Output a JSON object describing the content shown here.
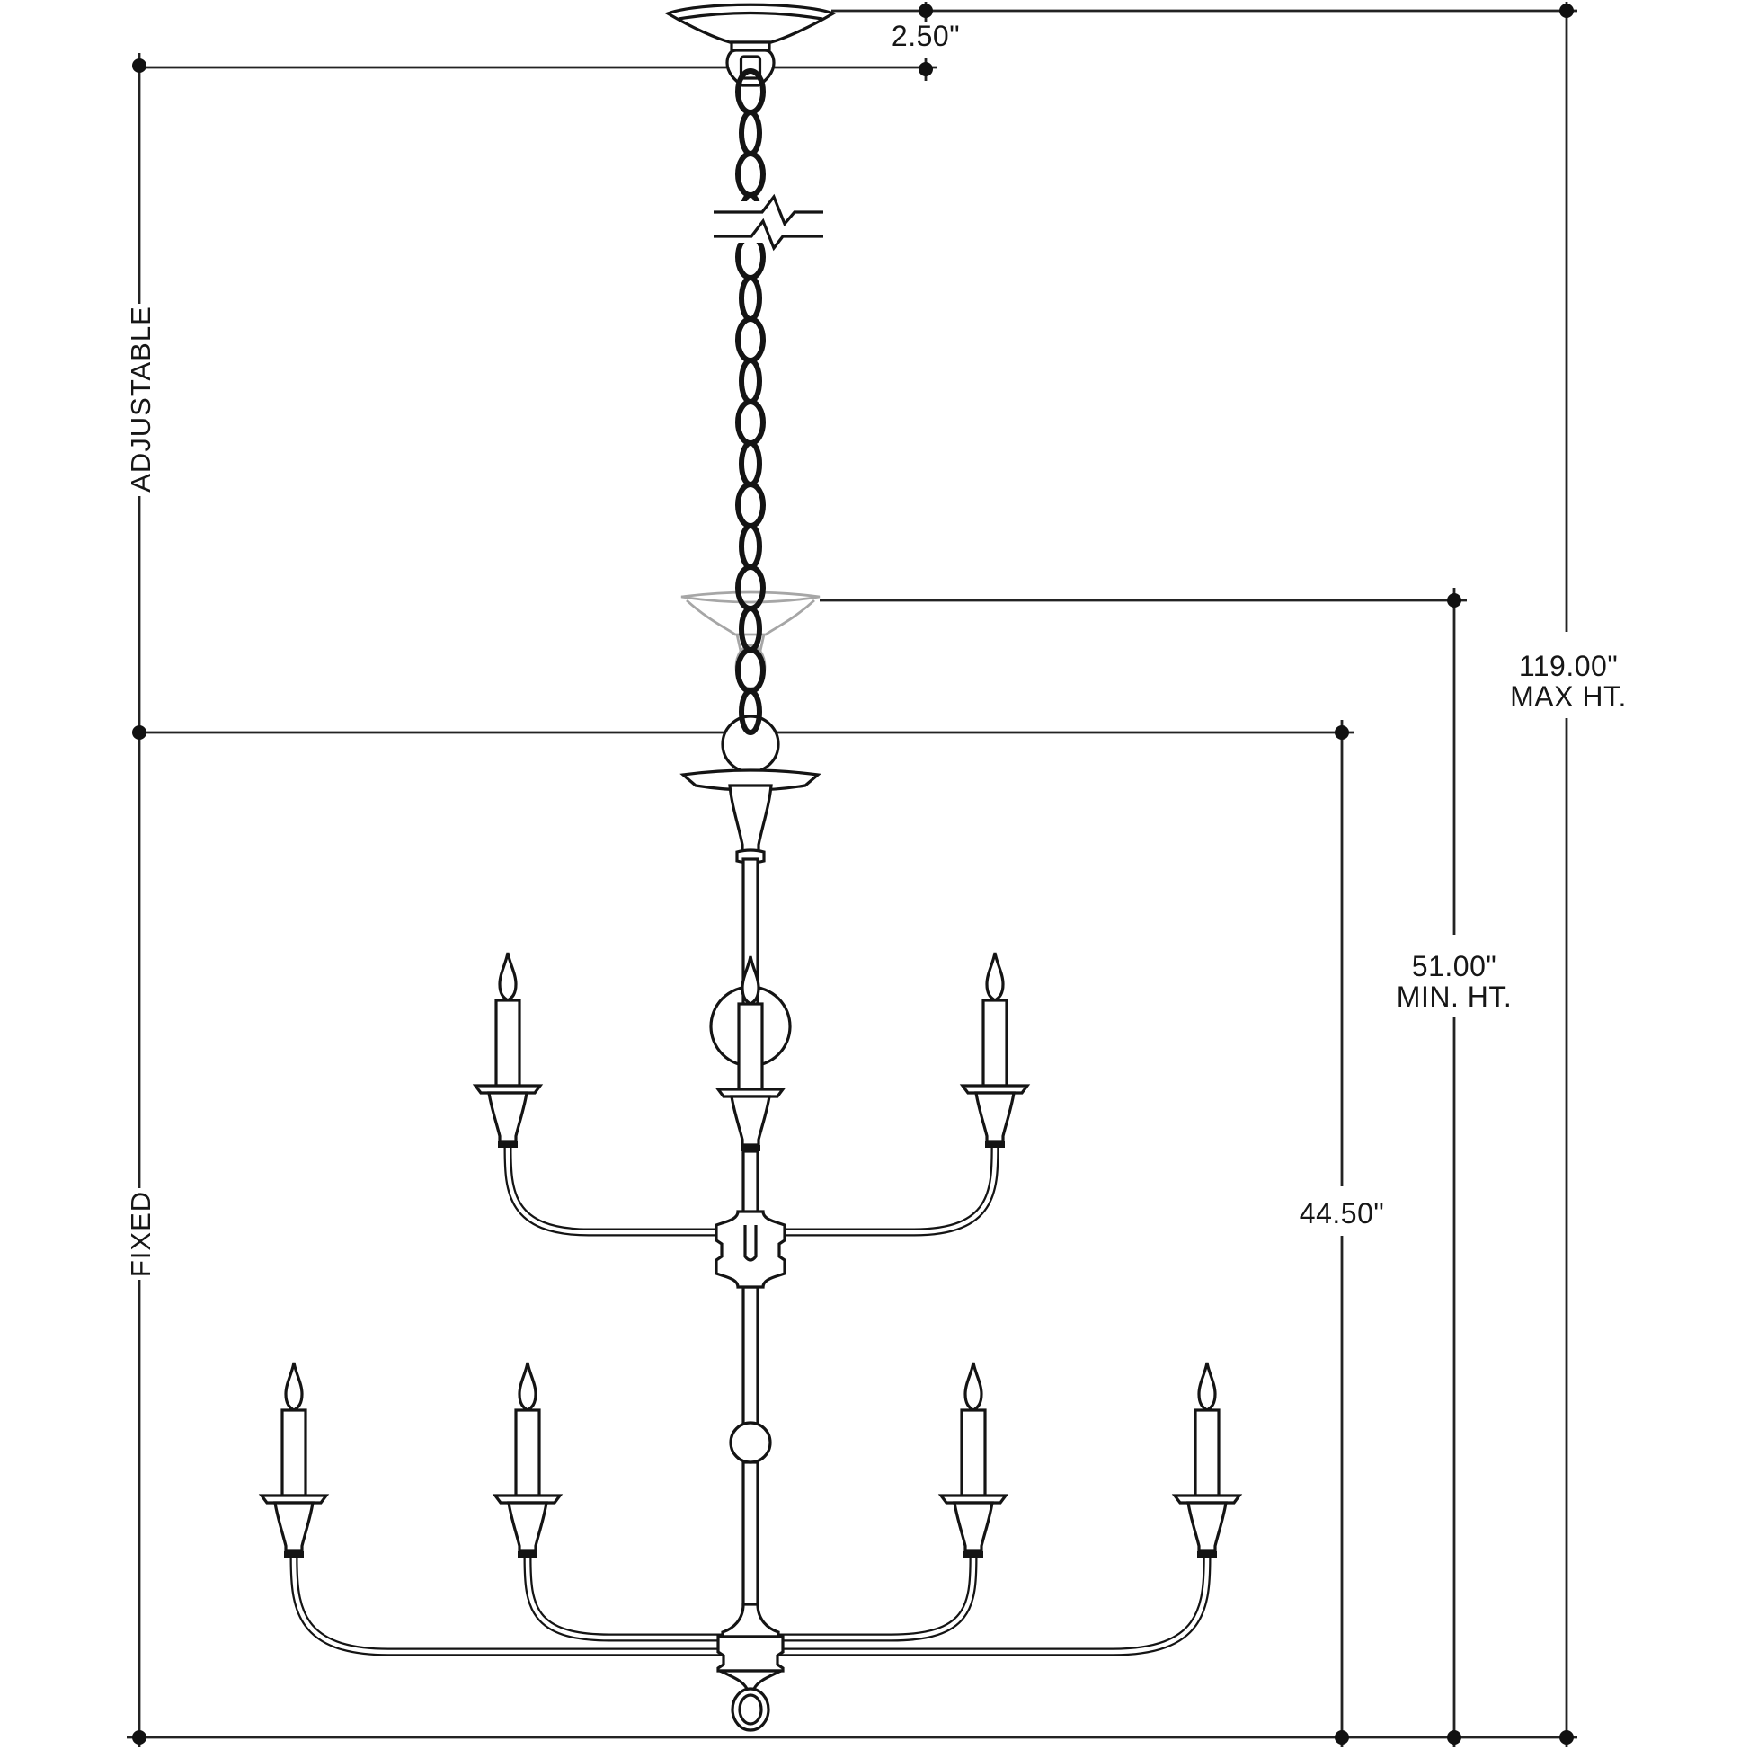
{
  "diagram": {
    "type": "chandelier-installation-dimension-drawing",
    "dimensions": {
      "canopy_drop": "2.50\"",
      "adjustable_label": "ADJUSTABLE",
      "fixed_label": "FIXED",
      "max_height_value": "119.00\"",
      "max_height_label": "MAX HT.",
      "min_height_value": "51.00\"",
      "min_height_label": "MIN. HT.",
      "fixture_height": "44.50\""
    },
    "colors": {
      "line": "#141414",
      "dimension_line": "#232323",
      "ghost_canopy": "#a6a6a6",
      "background": "#ffffff"
    },
    "parts": {
      "upper_tier_candles": 3,
      "lower_tier_candles": 4,
      "chain": "oval-link chain with break symbol",
      "ghost_canopy": "minimum-height canopy position (grey)"
    }
  }
}
